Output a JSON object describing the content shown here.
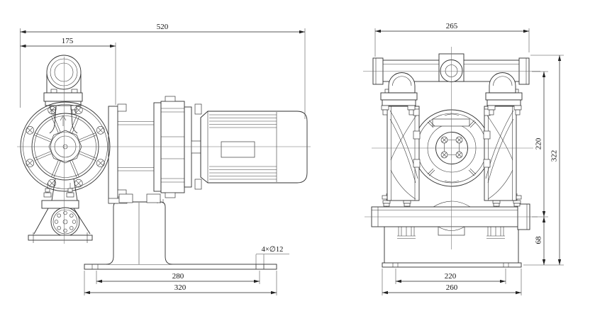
{
  "drawing": {
    "side_view": {
      "dim_total_length": "520",
      "dim_port_offset": "175",
      "dim_hole_note": "4×∅12",
      "dim_hole_spacing": "280",
      "dim_base_length": "320"
    },
    "front_view": {
      "dim_total_width": "265",
      "dim_center_height": "220",
      "dim_total_height": "322",
      "dim_base_height": "68",
      "dim_hole_spacing": "220",
      "dim_base_width": "260"
    },
    "colors": {
      "line": "#2f2f2f",
      "dimension": "#222222",
      "background": "#ffffff"
    }
  }
}
